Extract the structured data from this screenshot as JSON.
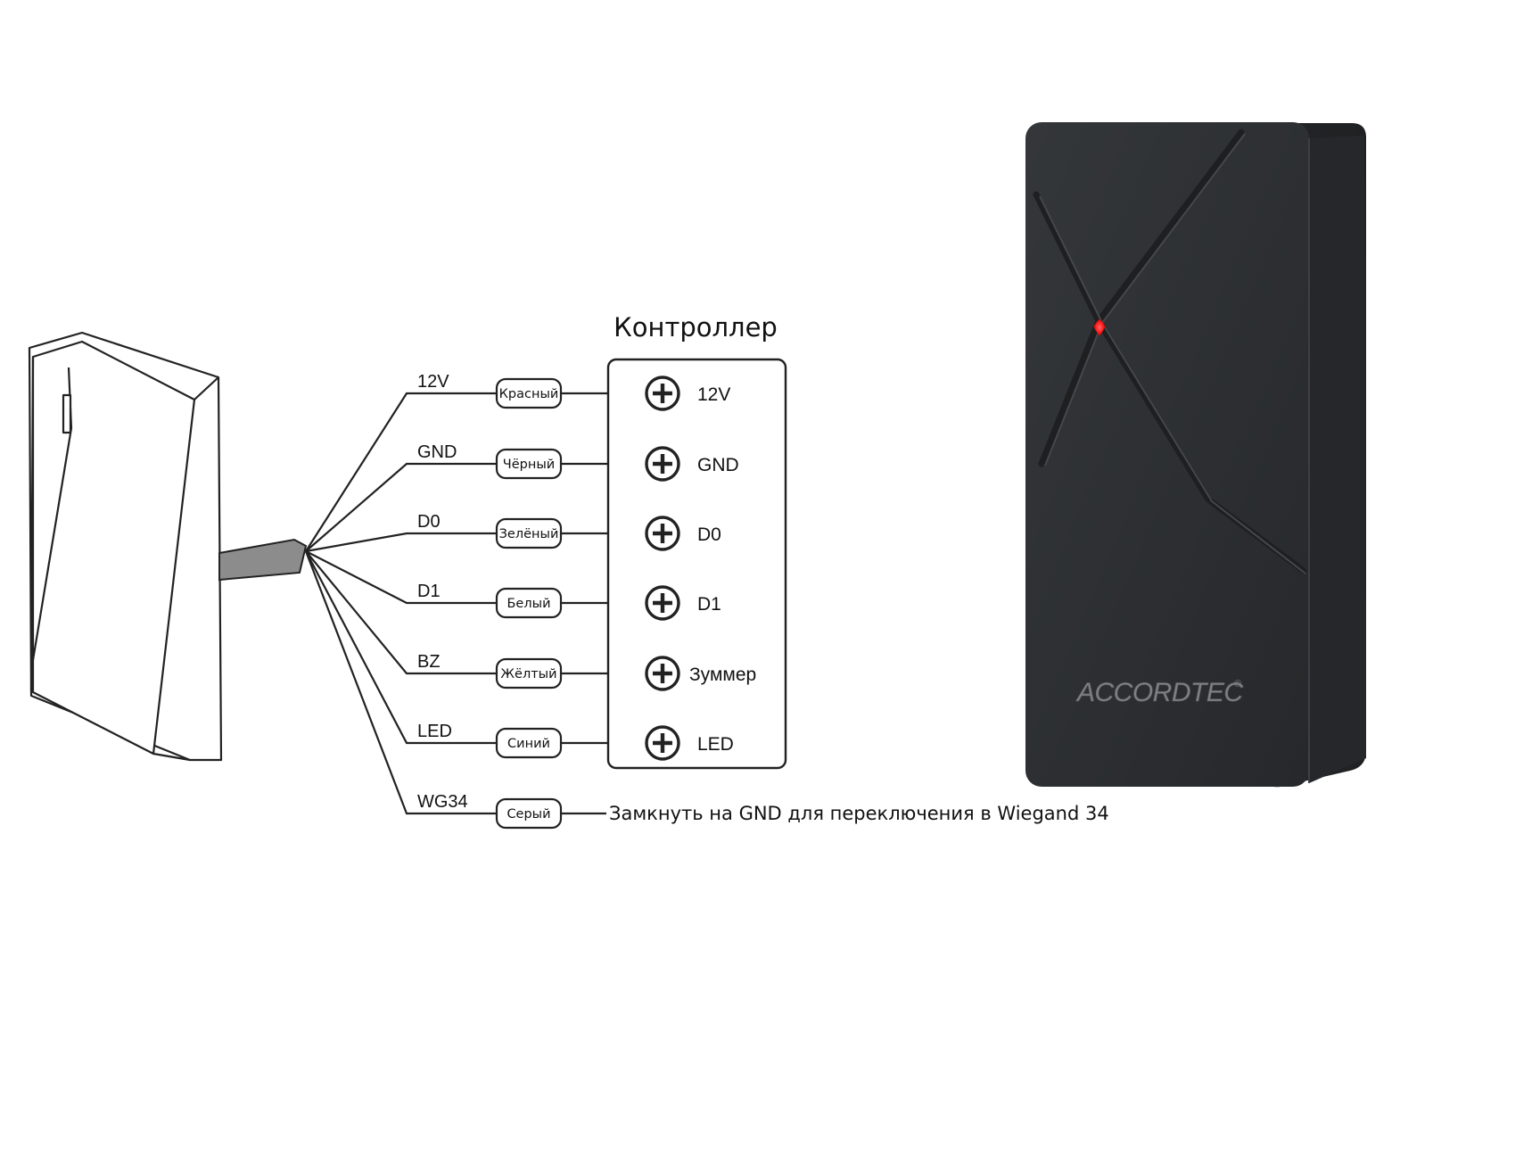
{
  "controller": {
    "title": "Контроллер"
  },
  "wires": [
    {
      "name": "12V",
      "color": "Красный",
      "terminal": "12V"
    },
    {
      "name": "GND",
      "color": "Чёрный",
      "terminal": "GND"
    },
    {
      "name": "D0",
      "color": "Зелёный",
      "terminal": "D0"
    },
    {
      "name": "D1",
      "color": "Белый",
      "terminal": "D1"
    },
    {
      "name": "BZ",
      "color": "Жёлтый",
      "terminal": "Зуммер"
    },
    {
      "name": "LED",
      "color": "Синий",
      "terminal": "LED"
    },
    {
      "name": "WG34",
      "color": "Серый",
      "terminal": ""
    }
  ],
  "wg34_note": "Замкнуть на GND для переключения в Wiegand 34",
  "product": {
    "brand": "ACCORDTEC",
    "trademark": "®",
    "body_color": "#2e3033",
    "led_color": "#ff1a1a"
  },
  "icons": {
    "terminal": "plus-circle-icon"
  }
}
